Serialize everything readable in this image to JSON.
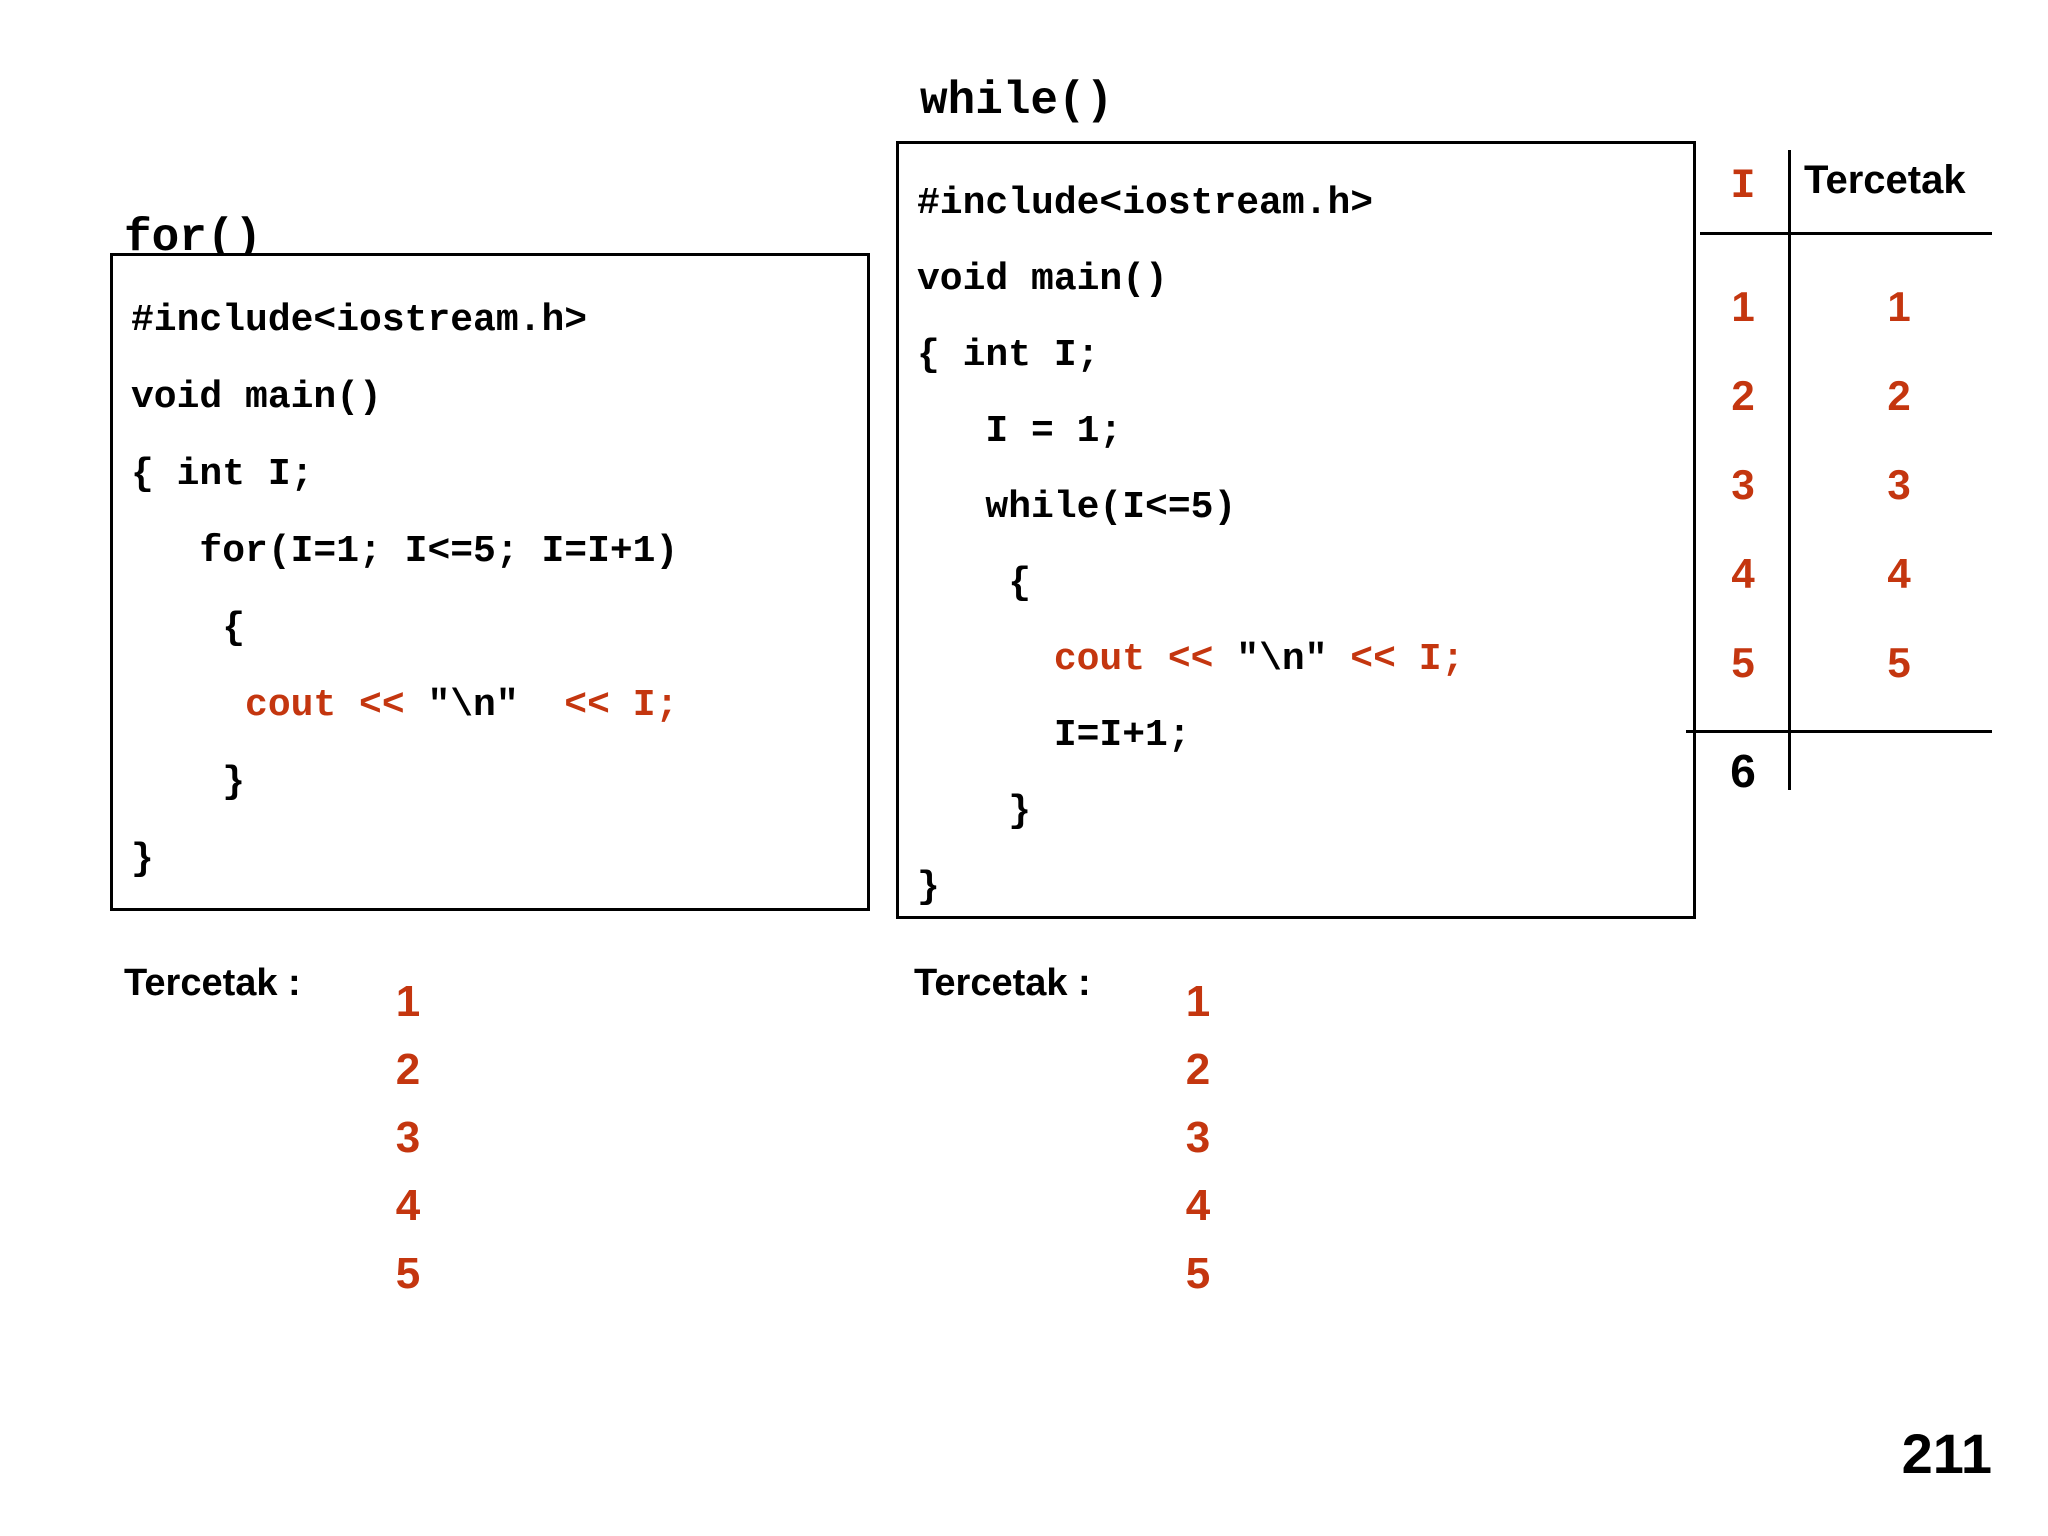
{
  "slide": {
    "page_number": "211"
  },
  "for_section": {
    "label": "for()",
    "code": [
      [
        {
          "t": "#include<iostream.h>",
          "c": "black"
        }
      ],
      [
        {
          "t": "void main()",
          "c": "black"
        }
      ],
      [
        {
          "t": "{ int I;",
          "c": "black"
        }
      ],
      [
        {
          "t": "   for(I=1; I<=5; I=I+1)",
          "c": "black"
        }
      ],
      [
        {
          "t": "    {",
          "c": "black"
        }
      ],
      [
        {
          "t": "     cout << ",
          "c": "red"
        },
        {
          "t": "\"\\n\"",
          "c": "black"
        },
        {
          "t": "  << I;",
          "c": "red"
        }
      ],
      [
        {
          "t": "    }",
          "c": "black"
        }
      ],
      [
        {
          "t": "}",
          "c": "black"
        }
      ]
    ],
    "output": {
      "label": "Tercetak :",
      "values": [
        "1",
        "2",
        "3",
        "4",
        "5"
      ]
    }
  },
  "while_section": {
    "label": "while()",
    "code": [
      [
        {
          "t": "#include<iostream.h>",
          "c": "black"
        }
      ],
      [
        {
          "t": "void main()",
          "c": "black"
        }
      ],
      [
        {
          "t": "{ int I;",
          "c": "black"
        }
      ],
      [
        {
          "t": "   I = 1;",
          "c": "black"
        }
      ],
      [
        {
          "t": "   while(I<=5)",
          "c": "black"
        }
      ],
      [
        {
          "t": "    {",
          "c": "black"
        }
      ],
      [
        {
          "t": "      cout << ",
          "c": "red"
        },
        {
          "t": "\"\\n\"",
          "c": "black"
        },
        {
          "t": " << I;",
          "c": "red"
        }
      ],
      [
        {
          "t": "      I=I+1;",
          "c": "black"
        }
      ],
      [
        {
          "t": "    }",
          "c": "black"
        }
      ],
      [
        {
          "t": "}",
          "c": "black"
        }
      ]
    ],
    "output": {
      "label": "Tercetak :",
      "values": [
        "1",
        "2",
        "3",
        "4",
        "5"
      ]
    }
  },
  "trace_table": {
    "header_i": "I",
    "header_tercetak": "Tercetak",
    "rows": [
      {
        "i": "1",
        "tercetak": "1"
      },
      {
        "i": "2",
        "tercetak": "2"
      },
      {
        "i": "3",
        "tercetak": "3"
      },
      {
        "i": "4",
        "tercetak": "4"
      },
      {
        "i": "5",
        "tercetak": "5"
      }
    ],
    "final_i": "6"
  },
  "colors": {
    "accent_red": "#C4360F",
    "text_black": "#000000",
    "background": "#FFFFFF"
  }
}
